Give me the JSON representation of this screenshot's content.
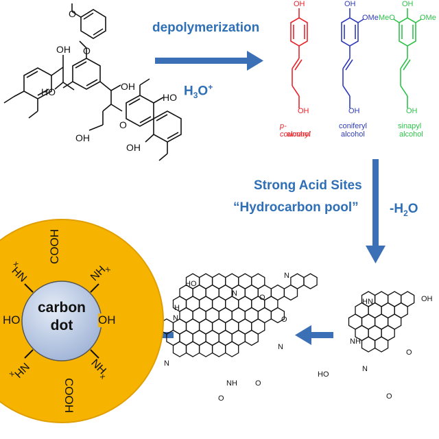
{
  "process": {
    "step1_label": "depolymerization",
    "step1_reagent_main": "H",
    "step1_reagent_sub": "3",
    "step1_reagent_tail": "O",
    "step1_reagent_sup": "+",
    "step2_label_line1": "Strong Acid Sites",
    "step2_label_line2": "“Hydrocarbon pool”",
    "step2_reagent_prefix": "-H",
    "step2_reagent_sub": "2",
    "step2_reagent_tail": "O"
  },
  "monolignols": [
    {
      "name_line1": "p-coumaryl",
      "name_line2": "alcohol",
      "color": "#e8232a",
      "oh_top": "OH",
      "oh_bottom": "OH"
    },
    {
      "name_line1": "coniferyl",
      "name_line2": "alcohol",
      "color": "#2e3ab8",
      "oh_top": "OH",
      "oh_bottom": "OH",
      "ome": "OMe"
    },
    {
      "name_line1": "sinapyl",
      "name_line2": "alcohol",
      "color": "#2ec24a",
      "oh_top": "OH",
      "oh_bottom": "OH",
      "ome_left": "MeO",
      "ome_right": "OMe"
    }
  ],
  "lignin_labels": {
    "oh1": "OH",
    "ho1": "HO",
    "oh2": "OH",
    "oh3": "OH",
    "ho2": "HO",
    "oh4": "OH",
    "o_link": "O",
    "o_link2": "O",
    "o_link3": "O"
  },
  "carbon_dot": {
    "core_line1": "carbon",
    "core_line2": "dot",
    "core_color": "#b8c7e0",
    "shell_color": "#f6b400",
    "groups": {
      "top": "COOH",
      "bottom": "COOH",
      "left": "HO",
      "right": "OH",
      "top_left": "NH",
      "top_left_sub": "x",
      "top_right": "NH",
      "top_right_sub": "x",
      "bottom_left": "NH",
      "bottom_left_sub": "x",
      "bottom_right": "NH",
      "bottom_right_sub": "x"
    }
  },
  "small_pah_labels": {
    "nh": "NH",
    "hn": "HN",
    "oh": "OH",
    "ho": "HO",
    "o": "O",
    "n": "N",
    "keto": "O"
  },
  "large_pah_labels": {
    "ho": "HO",
    "hn": "H",
    "n_h": "N",
    "n1": "N",
    "n2": "N",
    "n3": "N",
    "n4": "N",
    "nh": "NH",
    "o1": "O",
    "o2": "O",
    "o3": "O",
    "keto": "O"
  },
  "colors": {
    "arrow": "#3b6fb6",
    "label_blue": "#2f6fb6"
  }
}
